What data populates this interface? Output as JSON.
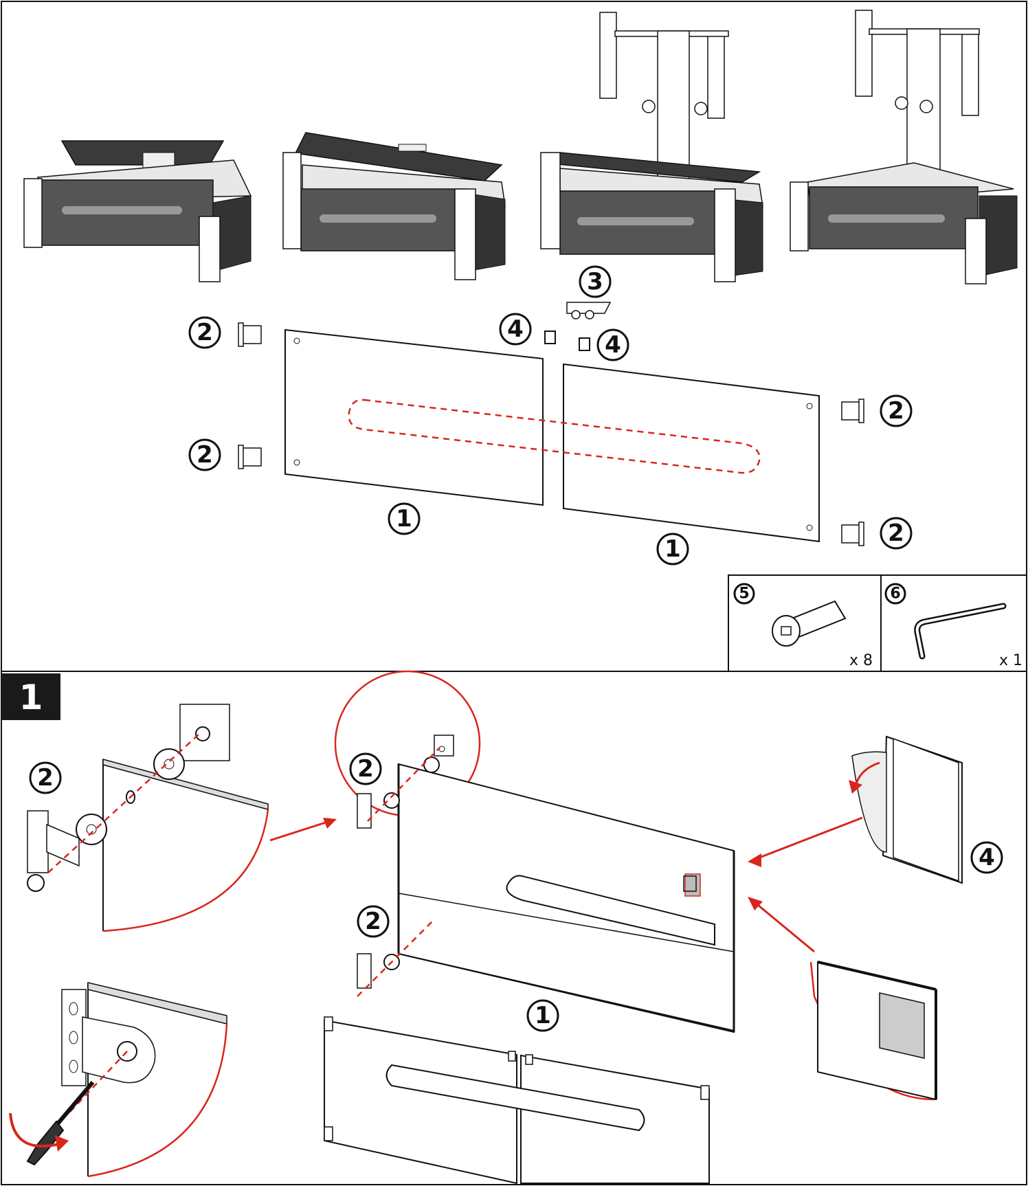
{
  "step": {
    "number": "1"
  },
  "callouts": {
    "panel": "1",
    "hinge": "2",
    "connector": "3",
    "pad": "4",
    "bolt": "5",
    "key": "6"
  },
  "hardware": {
    "bolt": {
      "label": "5",
      "quantity": "x 8"
    },
    "allen_key": {
      "label": "6",
      "quantity": "x 1"
    }
  },
  "colors": {
    "accent_red": "#d9261c",
    "step_badge": "#1a1a1a",
    "glass_dark": "#555555"
  }
}
